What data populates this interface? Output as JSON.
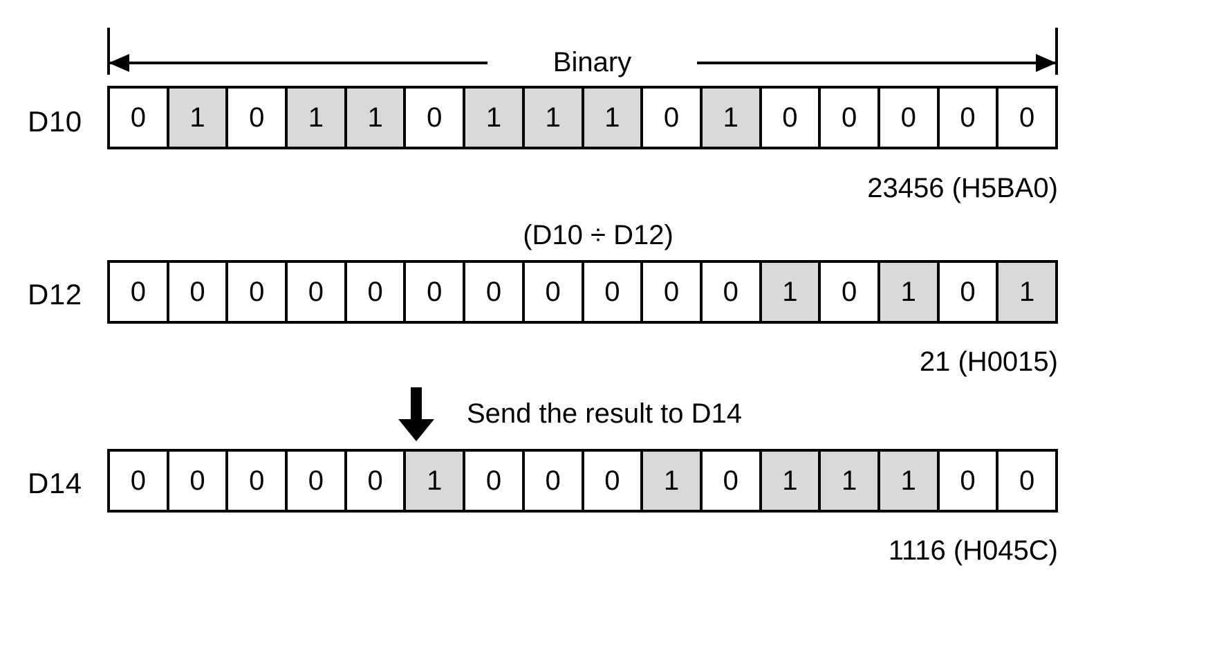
{
  "diagram": {
    "title": "Binary division of D10 by D12 with result sent to D14",
    "bit_width": 16,
    "shaded_color": "#d9d9d9",
    "line_color": "#000000",
    "span": {
      "label": "Binary",
      "left_arrow": "arrow-left",
      "right_arrow": "arrow-right"
    },
    "operation_caption": "(D10 ÷ D12)",
    "send_note": "Send the result to D14",
    "down_arrow_icon": "down-arrow-icon",
    "registers": [
      {
        "name": "D10",
        "bits": [
          "0",
          "1",
          "0",
          "1",
          "1",
          "0",
          "1",
          "1",
          "1",
          "0",
          "1",
          "0",
          "0",
          "0",
          "0",
          "0"
        ],
        "value_caption": "23456 (H5BA0)",
        "decimal": 23456,
        "hex": "H5BA0"
      },
      {
        "name": "D12",
        "bits": [
          "0",
          "0",
          "0",
          "0",
          "0",
          "0",
          "0",
          "0",
          "0",
          "0",
          "0",
          "1",
          "0",
          "1",
          "0",
          "1"
        ],
        "value_caption": "21 (H0015)",
        "decimal": 21,
        "hex": "H0015"
      },
      {
        "name": "D14",
        "bits": [
          "0",
          "0",
          "0",
          "0",
          "0",
          "1",
          "0",
          "0",
          "0",
          "1",
          "0",
          "1",
          "1",
          "1",
          "0",
          "0"
        ],
        "value_caption": "1116 (H045C)",
        "decimal": 1116,
        "hex": "H045C"
      }
    ]
  }
}
